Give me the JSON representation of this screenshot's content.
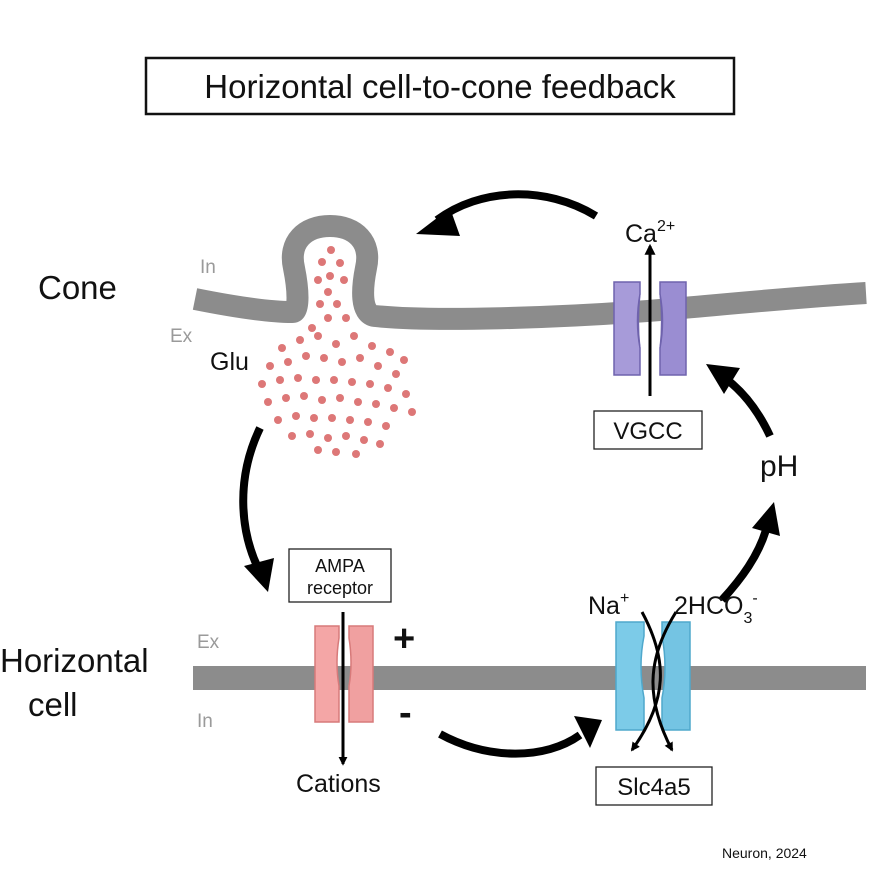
{
  "title": "Horizontal cell-to-cone feedback",
  "cells": {
    "cone": "Cone",
    "horizontal_line1": "Horizontal",
    "horizontal_line2": "cell"
  },
  "sides": {
    "cone_in": "In",
    "cone_ex": "Ex",
    "hc_ex": "Ex",
    "hc_in": "In"
  },
  "labels": {
    "glu": "Glu",
    "ca": "Ca",
    "ca_sup": "2+",
    "vgcc": "VGCC",
    "ph": "pH",
    "ampa_line1": "AMPA",
    "ampa_line2": "receptor",
    "plus": "+",
    "minus": "-",
    "cations": "Cations",
    "na": "Na",
    "na_sup": "+",
    "bicarb": "2HCO",
    "bicarb_sub": "3",
    "bicarb_sup": "-",
    "slc": "Slc4a5"
  },
  "citation": "Neuron, 2024",
  "colors": {
    "membrane": "#8c8c8c",
    "glutamate": "#dd7777",
    "vgcc": "#a79bd9",
    "ampa": "#f4a6a6",
    "slc4a5": "#7ccbe8",
    "arrow": "#000000"
  }
}
